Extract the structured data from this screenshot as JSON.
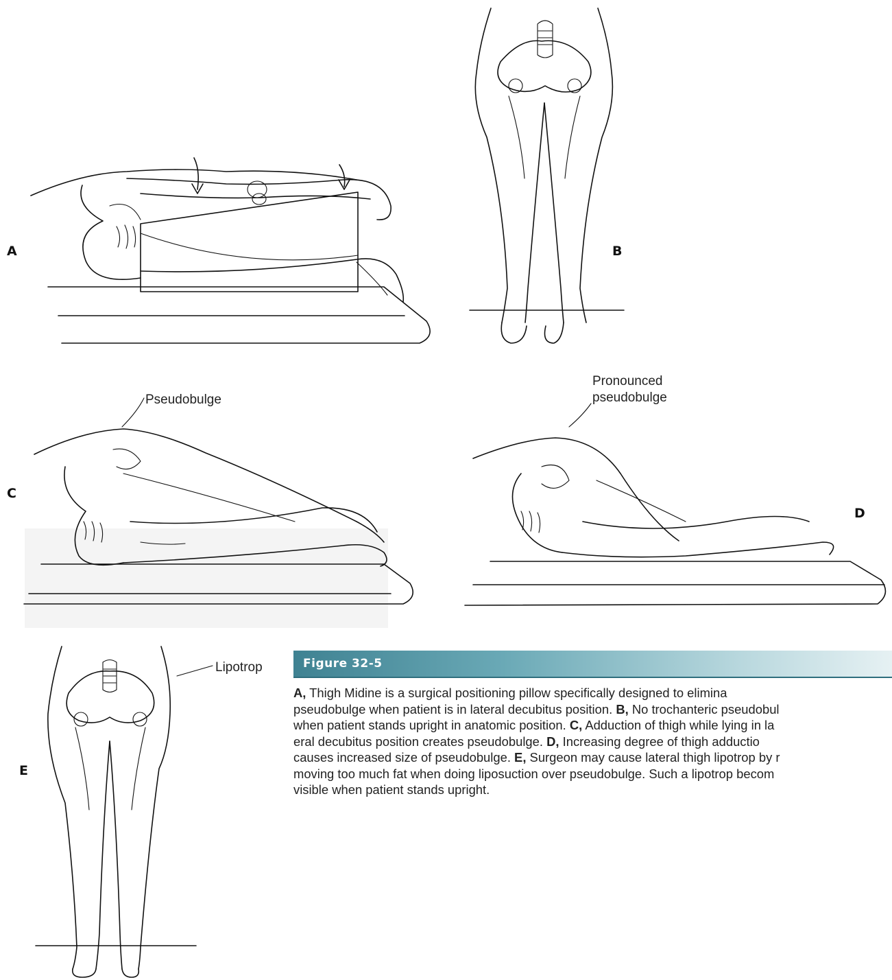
{
  "panels": {
    "a_label": "A",
    "b_label": "B",
    "c_label": "C",
    "d_label": "D",
    "e_label": "E"
  },
  "callouts": {
    "pseudobulge": "Pseudobulge",
    "pronounced_line1": "Pronounced",
    "pronounced_line2": "pseudobulge",
    "lipotrop": "Lipotrop"
  },
  "figure": {
    "label": "Figure 32-5",
    "header_color": "#3f8292",
    "caption_lines": [
      [
        {
          "b": "A,"
        },
        {
          "t": " Thigh Midine is a surgical positioning pillow specifically designed to elimina"
        }
      ],
      [
        {
          "t": "pseudobulge when patient is in lateral decubitus position. "
        },
        {
          "b": "B,"
        },
        {
          "t": " No trochanteric pseudobul"
        }
      ],
      [
        {
          "t": "when patient stands upright in anatomic position. "
        },
        {
          "b": "C,"
        },
        {
          "t": " Adduction of thigh while lying in la"
        }
      ],
      [
        {
          "t": "eral decubitus position creates pseudobulge. "
        },
        {
          "b": "D,"
        },
        {
          "t": " Increasing degree of thigh adductio"
        }
      ],
      [
        {
          "t": "causes increased size of pseudobulge. "
        },
        {
          "b": "E,"
        },
        {
          "t": " Surgeon may cause lateral thigh lipotrop by r"
        }
      ],
      [
        {
          "t": "moving too much fat when doing liposuction over pseudobulge. Such a lipotrop becom"
        }
      ],
      [
        {
          "t": "visible when patient stands upright."
        }
      ]
    ]
  }
}
